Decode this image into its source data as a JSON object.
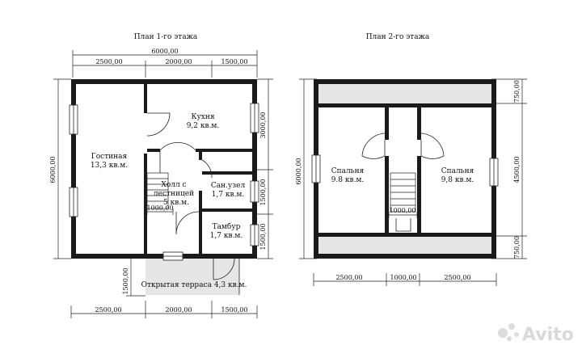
{
  "plans": {
    "floor1": {
      "title": "План 1-го этажа",
      "dims_top_total": "6000,00",
      "dims_top": [
        "2500,00",
        "2000,00",
        "1500,00"
      ],
      "dims_bottom": [
        "2500,00",
        "2000,00",
        "1500,00"
      ],
      "dim_left": "6000,00",
      "dims_right": [
        "3000,00",
        "1500,00",
        "1500,00"
      ],
      "dim_terrace": "1500,00",
      "dim_stair": "1000,00",
      "rooms": {
        "living": {
          "name": "Гостиная",
          "area": "13,3 кв.м."
        },
        "kitchen": {
          "name": "Кухня",
          "area": "9,2 кв.м."
        },
        "hall": {
          "name": "Холл с",
          "name2": "лестницей",
          "area": "5 кв.м."
        },
        "bath": {
          "name": "Сан.узел",
          "area": "1,7 кв.м."
        },
        "vestibule": {
          "name": "Тамбур",
          "area": "1,7 кв.м."
        },
        "terrace": {
          "name": "Открытая терраса 4,3 кв.м."
        }
      }
    },
    "floor2": {
      "title": "План 2-го этажа",
      "dims_bottom": [
        "2500,00",
        "1000,00",
        "2500,00"
      ],
      "dim_left": "6000,00",
      "dims_right": [
        "750,00",
        "4500,00",
        "750,00"
      ],
      "dim_stair": "1000,00",
      "rooms": {
        "bed_left": {
          "name": "Спальня",
          "area": "9.8 кв.м."
        },
        "bed_right": {
          "name": "Спальня",
          "area": "9,8 кв.м."
        }
      }
    }
  },
  "watermark": {
    "text": "Avito",
    "icon": "avito-dots-icon"
  }
}
